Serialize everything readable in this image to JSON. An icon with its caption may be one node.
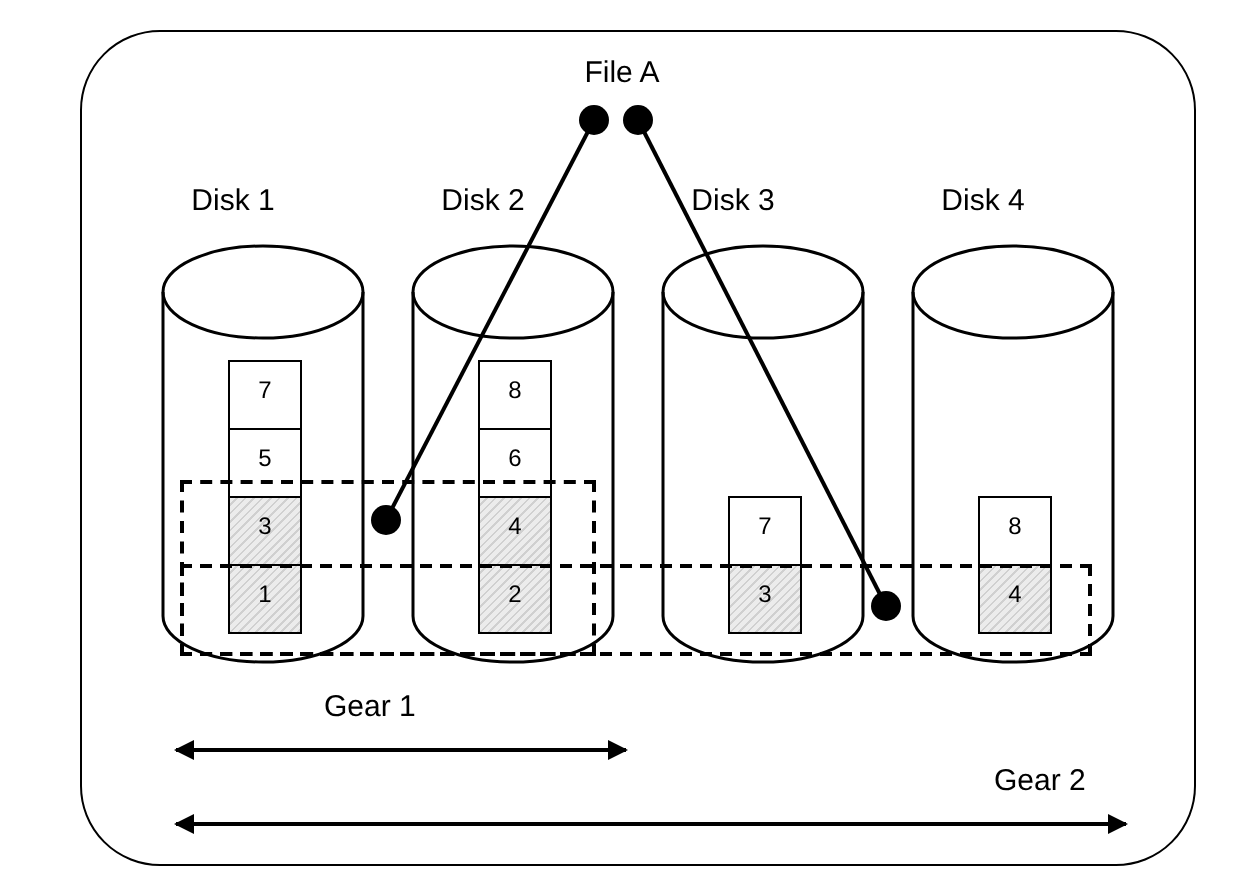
{
  "diagram": {
    "nodes": [
      {
        "text": [
          "File A"
        ]
      },
      {
        "text": [
          "Disk 1"
        ]
      },
      {
        "text": [
          "Disk 2"
        ]
      },
      {
        "text": [
          "Disk 3"
        ]
      },
      {
        "text": [
          "Disk 4"
        ]
      },
      {
        "text": [
          "7"
        ],
        "in": 1
      },
      {
        "text": [
          "5"
        ],
        "in": 1
      },
      {
        "text": [
          "3"
        ]
      },
      {
        "text": [
          "1"
        ]
      },
      {
        "text": [
          "8"
        ],
        "in": 2
      },
      {
        "text": [
          "6"
        ],
        "in": 2
      },
      {
        "text": [
          "4"
        ]
      },
      {
        "text": [
          "2"
        ]
      },
      {
        "text": [
          "7"
        ],
        "in": 3
      },
      {
        "text": [
          "3"
        ]
      },
      {
        "text": [
          "8"
        ],
        "in": 4
      },
      {
        "text": [
          "4"
        ]
      },
      {
        "text": [],
        "shape": "box"
      },
      {
        "text": [],
        "shape": "box"
      }
    ],
    "edges": [
      {
        "from": 0,
        "to": 17,
        "arrow": "other"
      },
      {
        "from": 0,
        "to": 18,
        "arrow": "other"
      }
    ],
    "labels": [
      "Gear 1",
      "Gear 2"
    ]
  }
}
